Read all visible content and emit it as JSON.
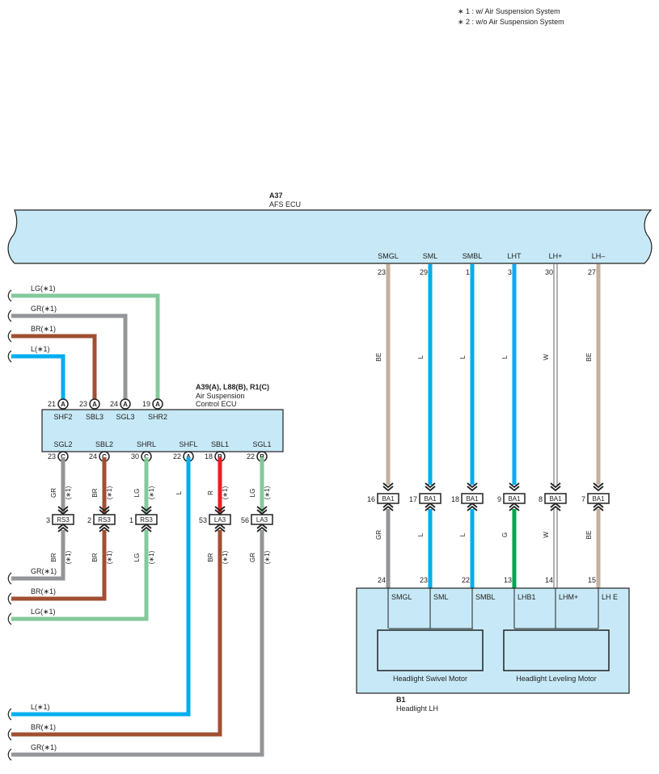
{
  "notes": {
    "note1": "∗ 1 : w/ Air Suspension System",
    "note2": "∗ 2 : w/o Air Suspension System"
  },
  "colors": {
    "LG": "#84c99b",
    "GR": "#939598",
    "BR": "#a04f32",
    "L": "#00aeef",
    "R": "#ed1c24",
    "BE": "#c4b09c",
    "G": "#00a651",
    "W": "#ffffff",
    "ecu_fill": "#c7e9f7"
  },
  "afs_ecu": {
    "code": "A37",
    "name": "AFS ECU",
    "pins": [
      {
        "name": "SMGL",
        "num": "23",
        "wire": "BE"
      },
      {
        "name": "SML",
        "num": "29",
        "wire": "L"
      },
      {
        "name": "SMBL",
        "num": "1",
        "wire": "L"
      },
      {
        "name": "LHT",
        "num": "3",
        "wire": "L"
      },
      {
        "name": "LH+",
        "num": "30",
        "wire": "W"
      },
      {
        "name": "LH–",
        "num": "27",
        "wire": "BE"
      }
    ]
  },
  "air_suspension_ecu": {
    "code": "A39(A), L88(B), R1(C)",
    "name_line1": "Air Suspension",
    "name_line2": "Control ECU",
    "top_pins": [
      {
        "num": "21",
        "conn": "A",
        "name": "SHF2"
      },
      {
        "num": "23",
        "conn": "A",
        "name": "SBL3"
      },
      {
        "num": "24",
        "conn": "A",
        "name": "SGL3"
      },
      {
        "num": "19",
        "conn": "A",
        "name": "SHR2"
      }
    ],
    "bottom_pins": [
      {
        "num": "23",
        "conn": "C",
        "name": "SGL2"
      },
      {
        "num": "24",
        "conn": "C",
        "name": "SBL2"
      },
      {
        "num": "30",
        "conn": "C",
        "name": "SHRL"
      },
      {
        "num": "22",
        "conn": "A",
        "name": "SHFL"
      },
      {
        "num": "18",
        "conn": "B",
        "name": "SBL1"
      },
      {
        "num": "22",
        "conn": "B",
        "name": "SGL1"
      }
    ]
  },
  "left_wires_top": [
    {
      "label": "LG(∗1)",
      "color": "LG"
    },
    {
      "label": "GR(∗1)",
      "color": "GR"
    },
    {
      "label": "BR(∗1)",
      "color": "BR"
    },
    {
      "label": "L(∗1)",
      "color": "L"
    }
  ],
  "lower_wires": [
    {
      "color": "GR",
      "note": "(∗1)",
      "conn_pin": "3",
      "conn": "RS3",
      "color_below": "BR",
      "note_below": "(∗1)"
    },
    {
      "color": "BR",
      "note": "(∗1)",
      "conn_pin": "2",
      "conn": "RS3",
      "color_below": "BR",
      "note_below": "(∗1)"
    },
    {
      "color": "LG",
      "note": "(∗1)",
      "conn_pin": "1",
      "conn": "RS3",
      "color_below": "LG",
      "note_below": "(∗1)"
    },
    {
      "color": "L",
      "note": "",
      "conn_pin": "",
      "conn": "",
      "color_below": "",
      "note_below": ""
    },
    {
      "color": "R",
      "note": "(∗1)",
      "conn_pin": "53",
      "conn": "LA3",
      "color_below": "BR",
      "note_below": "(∗1)"
    },
    {
      "color": "LG",
      "note": "(∗1)",
      "conn_pin": "56",
      "conn": "LA3",
      "color_below": "GR",
      "note_below": "(∗1)"
    }
  ],
  "left_wires_mid": [
    {
      "label": "GR(∗1)",
      "color": "GR"
    },
    {
      "label": "BR(∗1)",
      "color": "BR"
    },
    {
      "label": "LG(∗1)",
      "color": "LG"
    }
  ],
  "left_wires_bottom": [
    {
      "label": "L(∗1)",
      "color": "L"
    },
    {
      "label": "BR(∗1)",
      "color": "BR"
    },
    {
      "label": "GR(∗1)",
      "color": "GR"
    }
  ],
  "ba1_connectors": [
    {
      "num": "16",
      "name": "BA1",
      "color_below": "GR"
    },
    {
      "num": "17",
      "name": "BA1",
      "color_below": "L"
    },
    {
      "num": "18",
      "name": "BA1",
      "color_below": "L"
    },
    {
      "num": "9",
      "name": "BA1",
      "color_below": "G"
    },
    {
      "num": "8",
      "name": "BA1",
      "color_below": "W"
    },
    {
      "num": "7",
      "name": "BA1",
      "color_below": "BE"
    }
  ],
  "headlight": {
    "code": "B1",
    "name": "Headlight LH",
    "pins": [
      {
        "num": "24",
        "name": "SMGL"
      },
      {
        "num": "23",
        "name": "SML"
      },
      {
        "num": "22",
        "name": "SMBL"
      },
      {
        "num": "13",
        "name": "LHB1"
      },
      {
        "num": "14",
        "name": "LHM+"
      },
      {
        "num": "15",
        "name": "LH E"
      }
    ],
    "swivel_motor": "Headlight Swivel Motor",
    "leveling_motor": "Headlight Leveling Motor"
  }
}
